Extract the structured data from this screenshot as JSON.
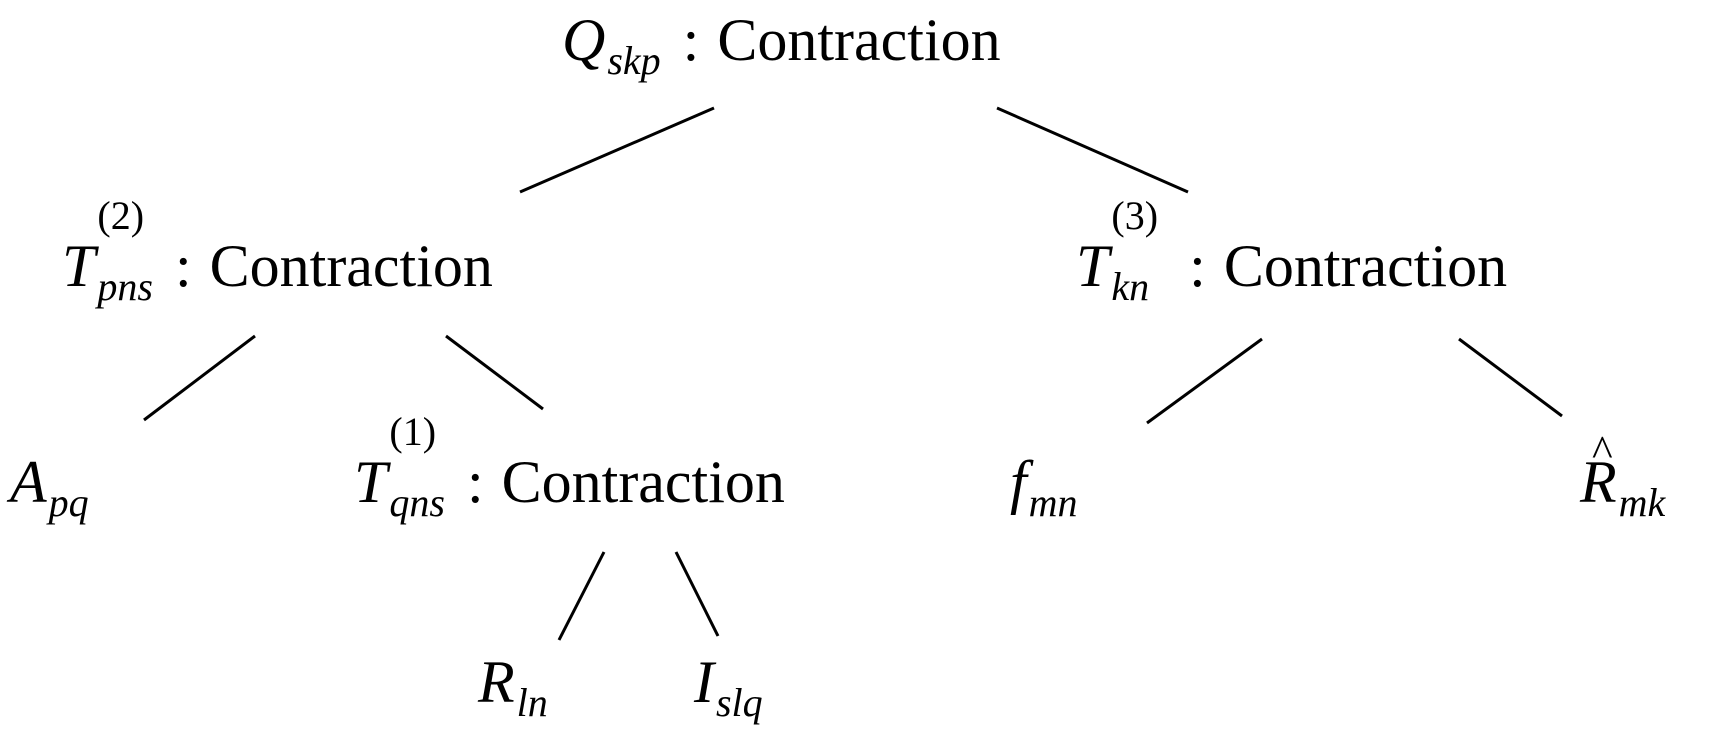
{
  "nodes": {
    "q": {
      "base": "Q",
      "sub": "skp",
      "sup": "",
      "separator": ":",
      "label": "Contraction"
    },
    "t2": {
      "base": "T",
      "sub": "pns",
      "sup": "(2)",
      "separator": ":",
      "label": "Contraction"
    },
    "t3": {
      "base": "T",
      "sub": "kn",
      "sup": "(3)",
      "separator": ":",
      "label": "Contraction"
    },
    "a": {
      "base": "A",
      "sub": "pq"
    },
    "t1": {
      "base": "T",
      "sub": "qns",
      "sup": "(1)",
      "separator": ":",
      "label": "Contraction"
    },
    "f": {
      "base": "f",
      "sub": "mn"
    },
    "rhat": {
      "base": "R",
      "hat": "^",
      "sub": "mk"
    },
    "r": {
      "base": "R",
      "sub": "ln"
    },
    "i": {
      "base": "I",
      "sub": "slq"
    }
  }
}
